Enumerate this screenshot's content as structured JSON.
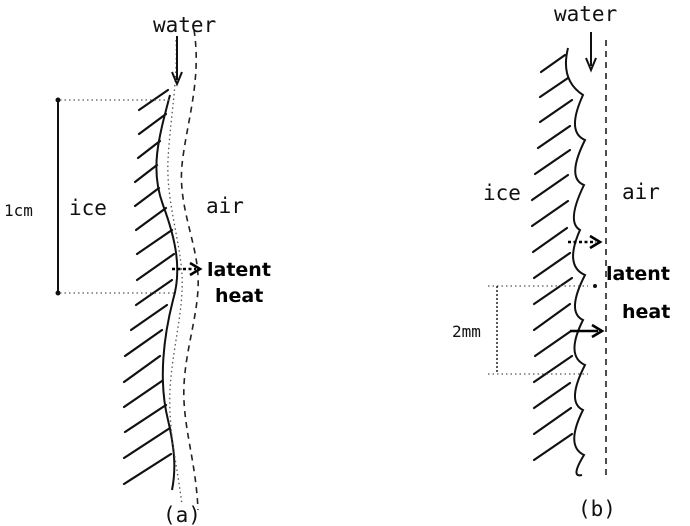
{
  "panel_a": {
    "water": "water",
    "ice": "ice",
    "air": "air",
    "scale": "1cm",
    "latent": "latent",
    "heat": "heat",
    "caption": "(a)"
  },
  "panel_b": {
    "water": "water",
    "ice": "ice",
    "air": "air",
    "scale": "2mm",
    "latent": "latent",
    "heat": "heat",
    "caption": "(b)"
  }
}
